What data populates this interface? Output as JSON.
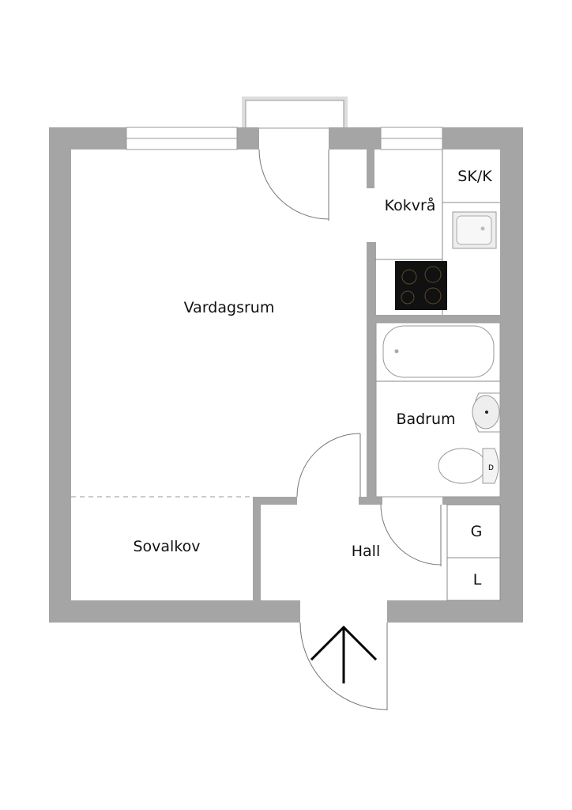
{
  "plan": {
    "rooms": {
      "living": "Vardagsrum",
      "kitchen": "Kokvrå",
      "cabinet": "SK/K",
      "bathroom": "Badrum",
      "alcove": "Sovalkov",
      "hall": "Hall",
      "closet_g": "G",
      "closet_l": "L"
    },
    "toilet_mark": "D",
    "colors": {
      "wall": "#a5a5a5",
      "stove": "#111111"
    }
  }
}
